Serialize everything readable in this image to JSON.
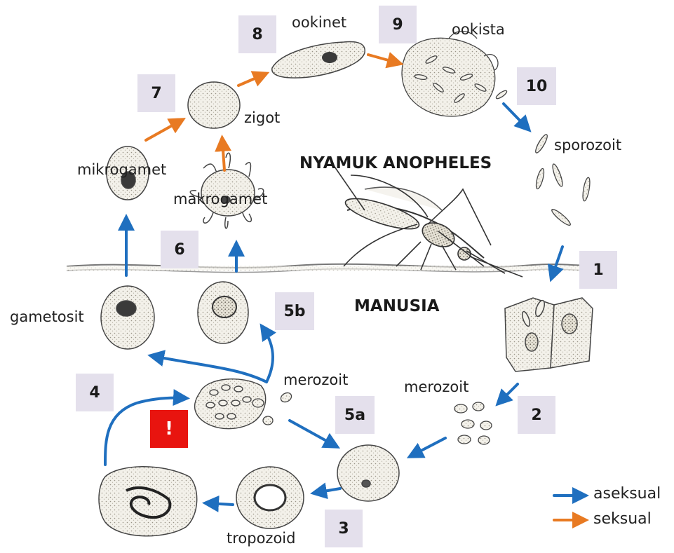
{
  "title_top": "NYAMUK ANOPHELES",
  "title_bottom": "MANUSIA",
  "steps": {
    "s1": "1",
    "s2": "2",
    "s3": "3",
    "s4": "4",
    "s5a": "5a",
    "s5b": "5b",
    "s6": "6",
    "s7": "7",
    "s8": "8",
    "s9": "9",
    "s10": "10"
  },
  "alert_mark": "!",
  "labels": {
    "ookinet": "ookinet",
    "ookista": "ookista",
    "sporozoit": "sporozoit",
    "zigot": "zigot",
    "mikrogamet": "mikrogamet",
    "makrogamet": "makrogamet",
    "gametosit": "gametosit",
    "merozoit_left": "merozoit",
    "merozoit_right": "merozoit",
    "tropozoid": "tropozoid"
  },
  "legend": {
    "asexual": "aseksual",
    "sexual": "seksual",
    "asexual_color": "#1f6fbf",
    "sexual_color": "#e87a22"
  }
}
